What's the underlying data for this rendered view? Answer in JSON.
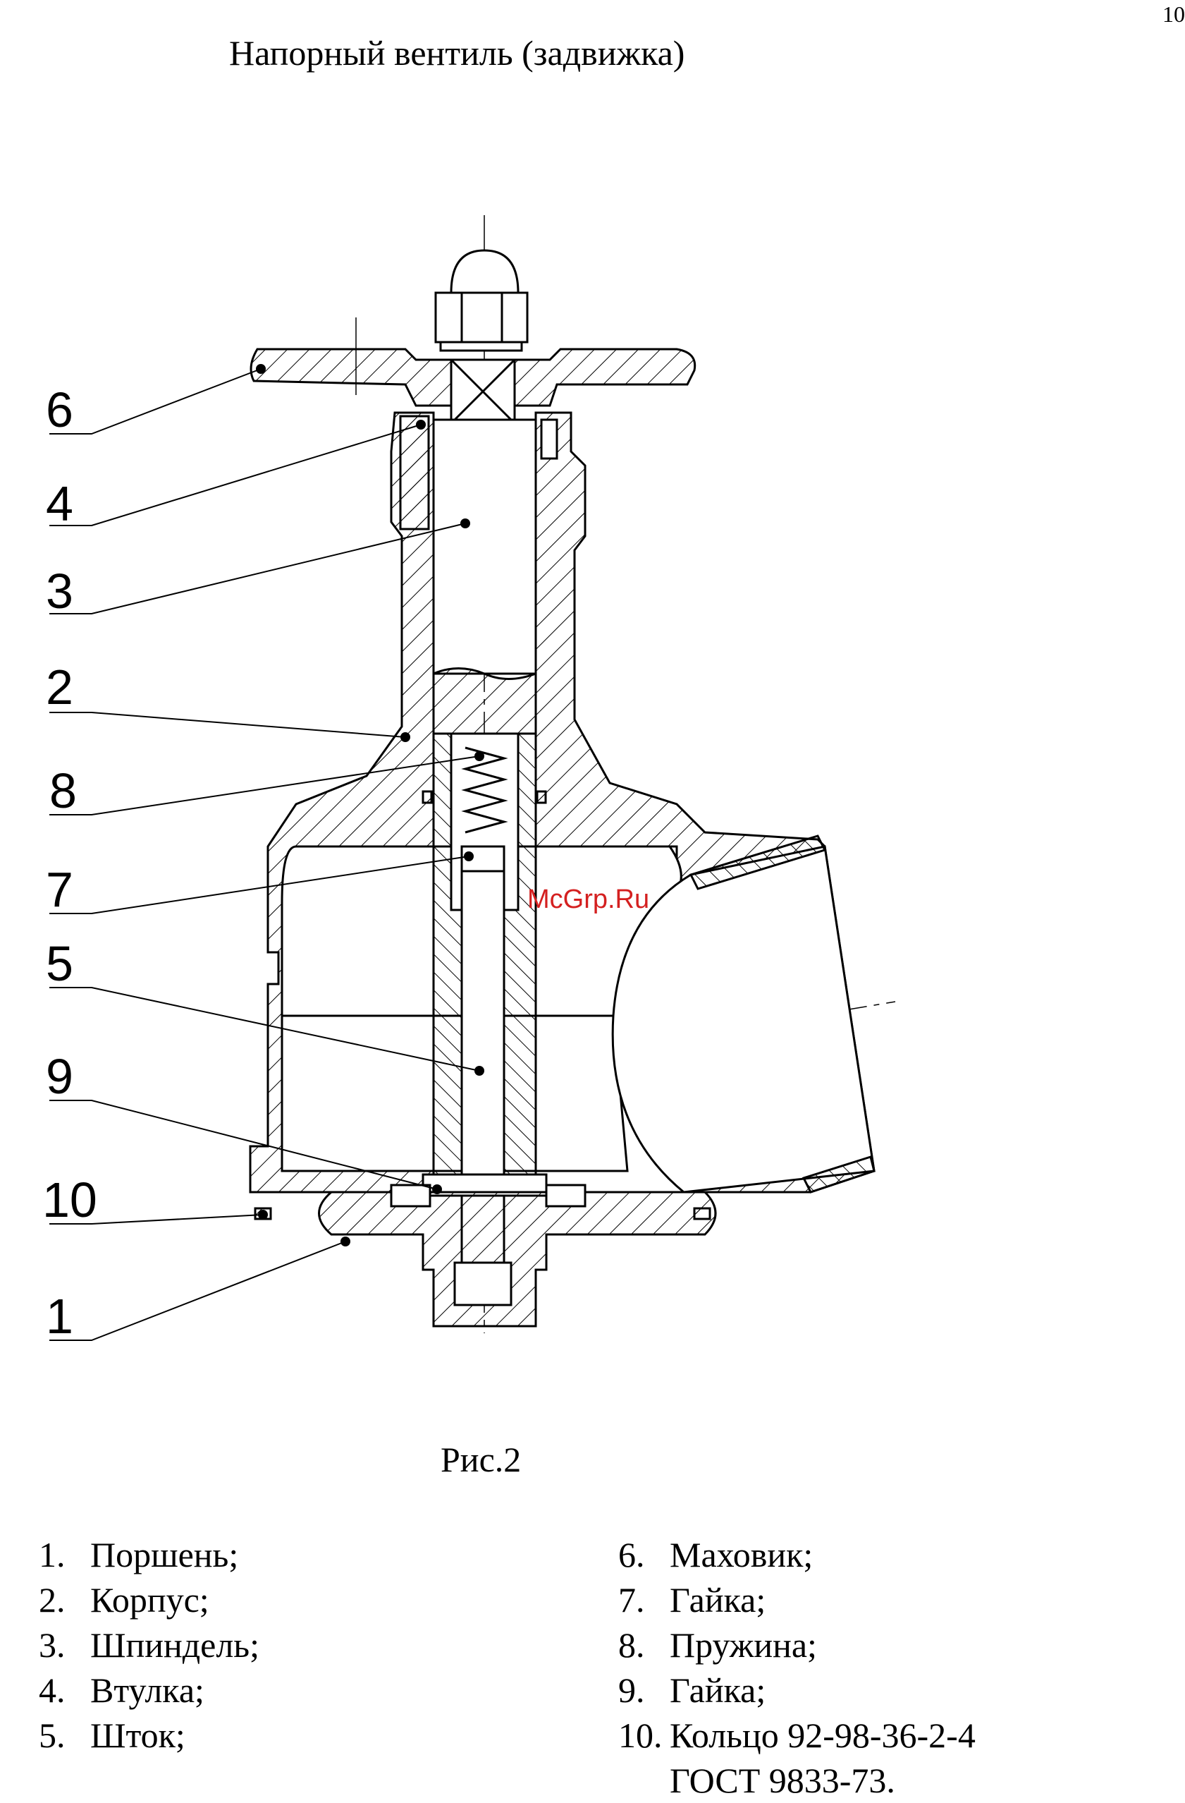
{
  "page_number": "10",
  "title": "Напорный вентиль (задвижка)",
  "watermark": "McGrp.Ru",
  "callouts": [
    "6",
    "4",
    "3",
    "2",
    "8",
    "7",
    "5",
    "9",
    "10",
    "1"
  ],
  "caption": "Рис.2",
  "legend_left": [
    {
      "num": "1.",
      "text": "Поршень;"
    },
    {
      "num": "2.",
      "text": "Корпус;"
    },
    {
      "num": "3.",
      "text": "Шпиндель;"
    },
    {
      "num": "4.",
      "text": "Втулка;"
    },
    {
      "num": "5.",
      "text": "Шток;"
    }
  ],
  "legend_right": [
    {
      "num": "6.",
      "text": "Маховик;"
    },
    {
      "num": "7.",
      "text": "Гайка;"
    },
    {
      "num": "8.",
      "text": "Пружина;"
    },
    {
      "num": "9.",
      "text": "Гайка;"
    },
    {
      "num": "10.",
      "text": "Кольцо 92-98-36-2-4"
    }
  ],
  "legend_right_continuation": "ГОСТ 9833-73."
}
